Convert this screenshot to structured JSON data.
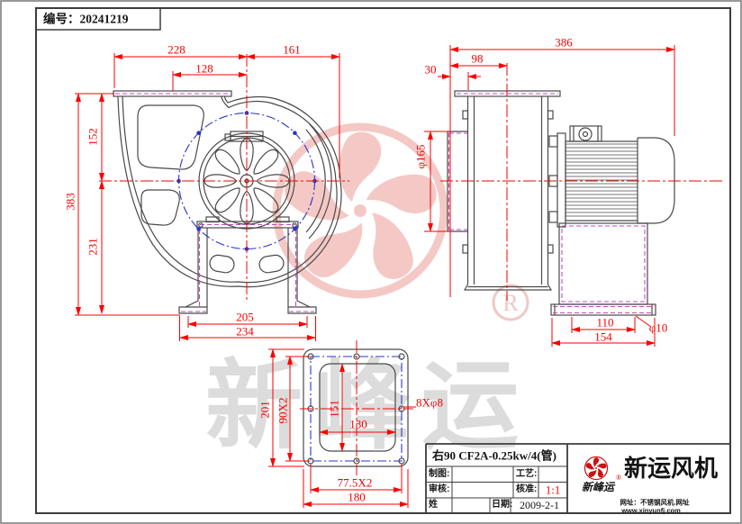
{
  "serial": "编号：20241219",
  "front": {
    "d228": "228",
    "d128": "128",
    "d161": "161",
    "d152": "152",
    "d383": "383",
    "d231": "231",
    "d205": "205",
    "d234": "234"
  },
  "side": {
    "d386": "386",
    "d98": "98",
    "d30": "30",
    "d165": "φ165",
    "d110": "110",
    "d154": "154",
    "d10": "φ10"
  },
  "flange": {
    "d201": "201",
    "d90": "90X2",
    "d151": "151",
    "d130": "130",
    "d775": "77.5X2",
    "d180": "180",
    "holes": "8Xφ8"
  },
  "title_block": {
    "model": "右90 CF2A-0.25kw/4(管)",
    "drawn": "制图:",
    "checked": "审核:",
    "name": "姓",
    "process": "工艺:",
    "approve": "核准:",
    "scale": "1:1",
    "date_label": "日期:",
    "date": "2009-2-1"
  },
  "brand": {
    "company": "新运风机",
    "script": "新峰运",
    "reg": "®",
    "line1": "网址：不锈钢风机.网址",
    "line2": "www.xinyunfj.com"
  },
  "watermark": {
    "text": "新峰运",
    "reg": "®"
  },
  "colors": {
    "dim": "#fa0000",
    "line": "#4a4a4a",
    "bolt_circle": "#2a35c8",
    "hidden": "#c24ac2",
    "logo_red": "#cc1111",
    "wm_pink": "#f4c9c5"
  }
}
